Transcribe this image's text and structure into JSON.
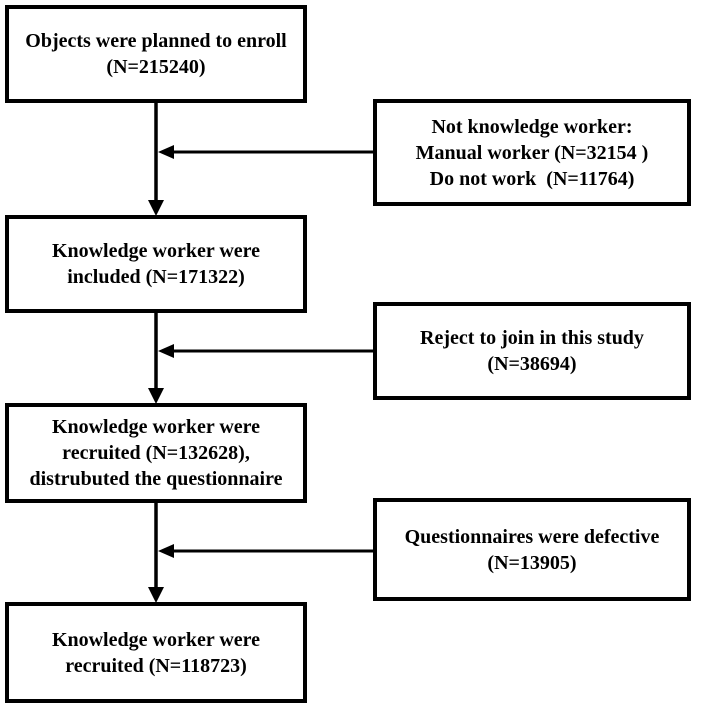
{
  "colors": {
    "line": "#000000",
    "text": "#000000",
    "background": "#ffffff"
  },
  "boxes": {
    "main": [
      {
        "id": "planned-enroll",
        "lines": [
          "Objects were planned to enroll",
          "(N=215240)"
        ]
      },
      {
        "id": "knowledge-worker-included",
        "lines": [
          "Knowledge worker were",
          "included (N=171322)"
        ]
      },
      {
        "id": "recruited-questionnaire",
        "lines": [
          "Knowledge worker were",
          "recruited (N=132628),",
          "distrubuted the questionnaire"
        ]
      },
      {
        "id": "final-recruited",
        "lines": [
          "Knowledge worker were",
          "recruited (N=118723)"
        ]
      }
    ],
    "side": [
      {
        "id": "not-knowledge-worker",
        "lines": [
          "Not knowledge worker:",
          "Manual worker (N=32154 )",
          "Do not work  (N=11764)"
        ]
      },
      {
        "id": "reject-to-join",
        "lines": [
          "Reject to join in this study",
          "(N=38694)"
        ]
      },
      {
        "id": "defective-questionnaires",
        "lines": [
          "Questionnaires were defective",
          "(N=13905)"
        ]
      }
    ]
  }
}
